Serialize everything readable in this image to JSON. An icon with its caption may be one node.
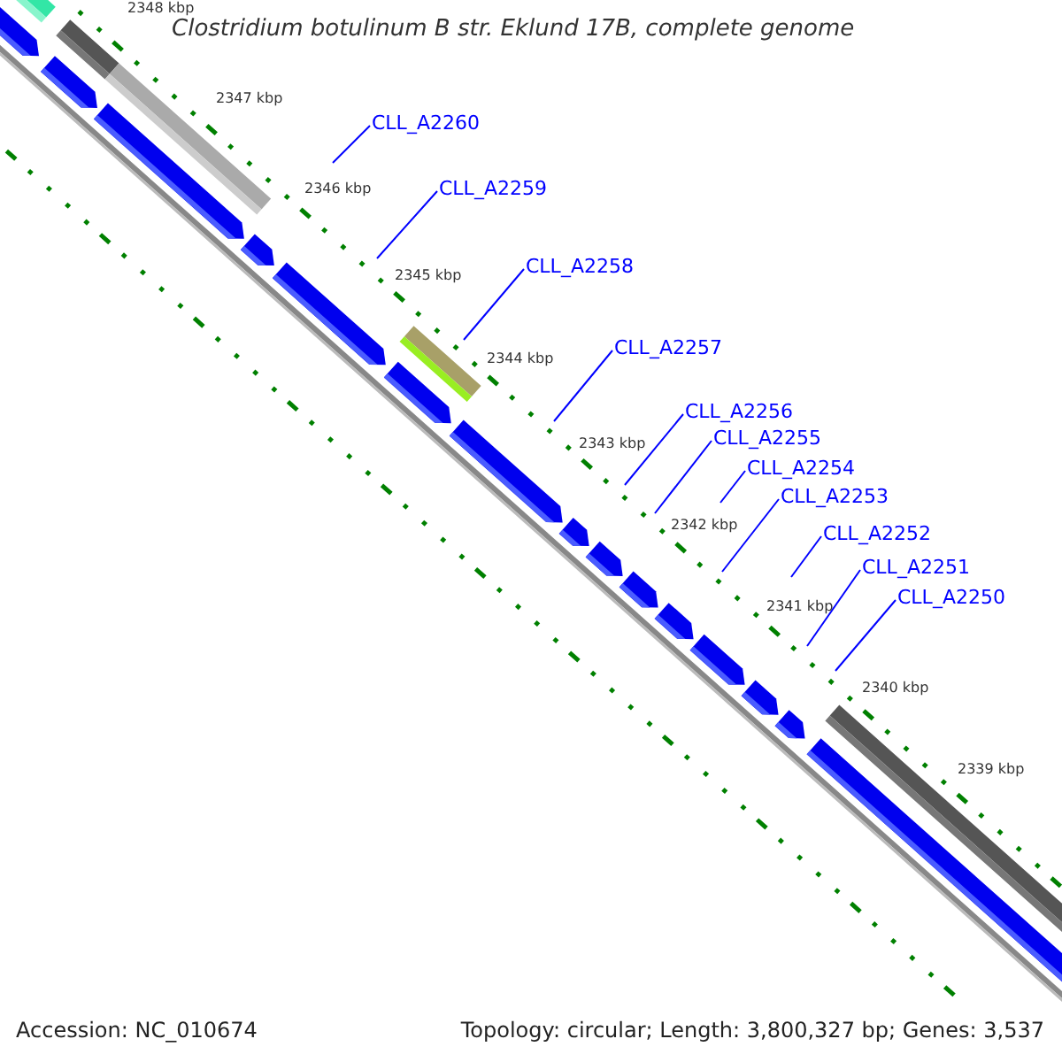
{
  "diagram": {
    "title": "Clostridium botulinum B str. Eklund 17B, complete genome",
    "nodes": [
      {
        "text": [
          "CLL_A2260"
        ]
      },
      {
        "text": [
          "CLL_A2259"
        ]
      },
      {
        "text": [
          "CLL_A2258"
        ]
      },
      {
        "text": [
          "CLL_A2257"
        ]
      },
      {
        "text": [
          "CLL_A2256"
        ]
      },
      {
        "text": [
          "CLL_A2255"
        ]
      },
      {
        "text": [
          "CLL_A2254"
        ]
      },
      {
        "text": [
          "CLL_A2253"
        ]
      },
      {
        "text": [
          "CLL_A2252"
        ]
      },
      {
        "text": [
          "CLL_A2251"
        ]
      },
      {
        "text": [
          "CLL_A2250"
        ]
      }
    ],
    "edges": [
      {
        "from": 0,
        "to": null,
        "arrow": "none"
      },
      {
        "from": 1,
        "to": null,
        "arrow": "none"
      },
      {
        "from": 2,
        "to": null,
        "arrow": "none"
      },
      {
        "from": 3,
        "to": null,
        "arrow": "none"
      },
      {
        "from": 4,
        "to": null,
        "arrow": "none"
      },
      {
        "from": 5,
        "to": null,
        "arrow": "none"
      },
      {
        "from": 6,
        "to": null,
        "arrow": "none"
      },
      {
        "from": 7,
        "to": null,
        "arrow": "none"
      },
      {
        "from": 8,
        "to": null,
        "arrow": "none"
      },
      {
        "from": 9,
        "to": null,
        "arrow": "none"
      },
      {
        "from": 10,
        "to": null,
        "arrow": "none"
      }
    ],
    "labels": [
      "2348 kbp",
      "2347 kbp",
      "2346 kbp",
      "2345 kbp",
      "2344 kbp",
      "2343 kbp",
      "2342 kbp",
      "2341 kbp",
      "2340 kbp",
      "2339 kbp",
      "Accession: NC_010674",
      "Topology: circular; Length: 3,800,327 bp; Genes: 3,537"
    ]
  }
}
